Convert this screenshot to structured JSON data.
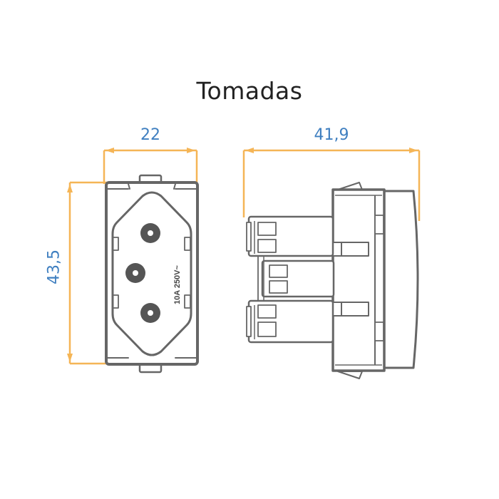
{
  "title": "Tomadas",
  "dimensions": {
    "width": "22",
    "height": "43,5",
    "depth": "41,9"
  },
  "front_view": {
    "rating_label": "10A 250V~",
    "pins": 3
  },
  "colors": {
    "dimension_line": "#f5b556",
    "dimension_text": "#3f7fc0",
    "outline": "#666666",
    "title": "#222222"
  }
}
